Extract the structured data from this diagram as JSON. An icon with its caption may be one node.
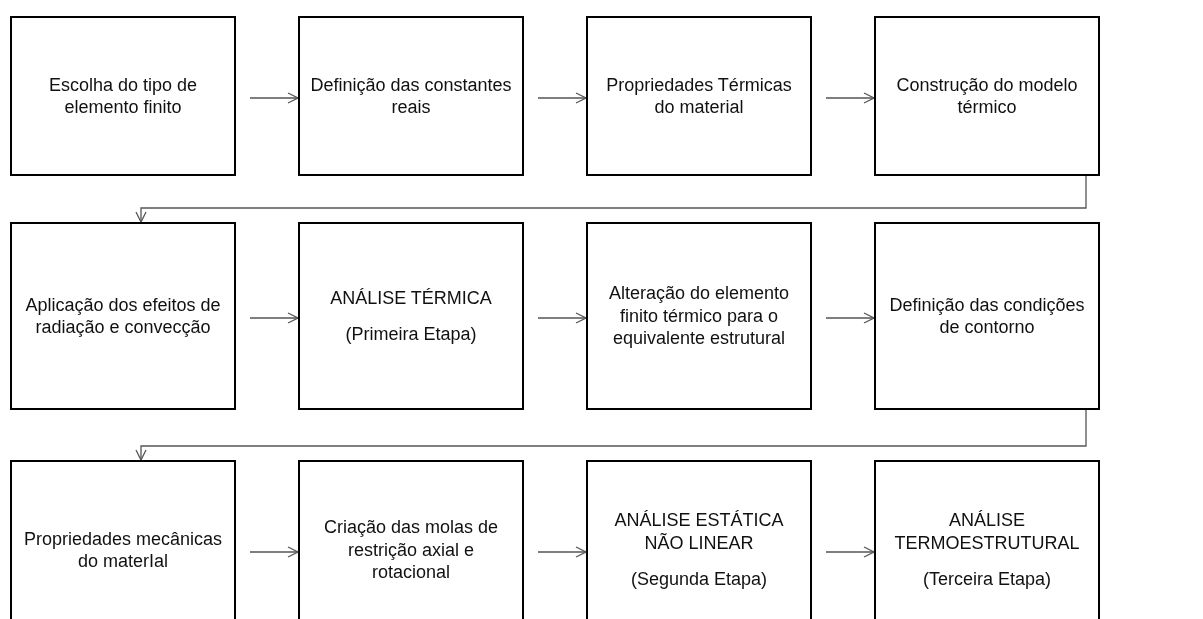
{
  "diagram": {
    "nodes": [
      {
        "text": [
          "Escolha do tipo de elemento finito"
        ]
      },
      {
        "text": [
          "Definição das constantes reais"
        ]
      },
      {
        "text": [
          "Propriedades Térmicas do material"
        ]
      },
      {
        "text": [
          "Construção do modelo térmico"
        ]
      },
      {
        "text": [
          "Aplicação dos efeitos de radiação e convecção"
        ]
      },
      {
        "text": [
          "ANÁLISE TÉRMICA",
          "(Primeira Etapa)"
        ]
      },
      {
        "text": [
          "Alteração do elemento finito térmico para o equivalente estrutural"
        ]
      },
      {
        "text": [
          "Definição das condições de contorno"
        ]
      },
      {
        "text": [
          "Propriedades mecânicas do materIal"
        ]
      },
      {
        "text": [
          "Criação das molas de restrição axial e rotacional"
        ]
      },
      {
        "text": [
          "ANÁLISE ESTÁTICA NÃO LINEAR",
          "(Segunda Etapa)"
        ]
      },
      {
        "text": [
          "ANÁLISE TERMOESTRUTURAL",
          "(Terceira Etapa)"
        ]
      }
    ],
    "edges": [
      {
        "from": 0,
        "to": 1,
        "arrow": "to"
      },
      {
        "from": 1,
        "to": 2,
        "arrow": "to"
      },
      {
        "from": 2,
        "to": 3,
        "arrow": "to"
      },
      {
        "from": 3,
        "to": 4,
        "arrow": "to"
      },
      {
        "from": 4,
        "to": 5,
        "arrow": "to"
      },
      {
        "from": 5,
        "to": 6,
        "arrow": "to"
      },
      {
        "from": 6,
        "to": 7,
        "arrow": "to"
      },
      {
        "from": 7,
        "to": 8,
        "arrow": "to"
      },
      {
        "from": 8,
        "to": 9,
        "arrow": "to"
      },
      {
        "from": 9,
        "to": 10,
        "arrow": "to"
      },
      {
        "from": 10,
        "to": 11,
        "arrow": "to"
      }
    ]
  }
}
